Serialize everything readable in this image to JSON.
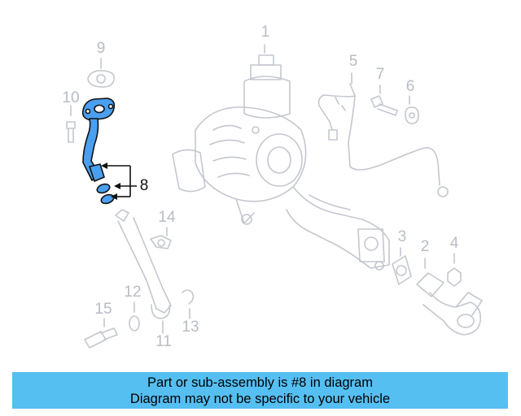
{
  "callouts": {
    "c1": "1",
    "c2": "2",
    "c3": "3",
    "c4": "4",
    "c5": "5",
    "c6": "6",
    "c7": "7",
    "c8": "8",
    "c9": "9",
    "c10": "10",
    "c11": "11",
    "c12": "12",
    "c13": "13",
    "c14": "14",
    "c15": "15"
  },
  "highlighted_part": "8",
  "colors": {
    "highlight": "#4a9ff0",
    "ghost_line": "#c4c7ce",
    "banner": "#55bff2"
  },
  "banner": {
    "line1": "Part or sub-assembly is #8 in diagram",
    "line2": "Diagram may not be specific to your vehicle"
  }
}
